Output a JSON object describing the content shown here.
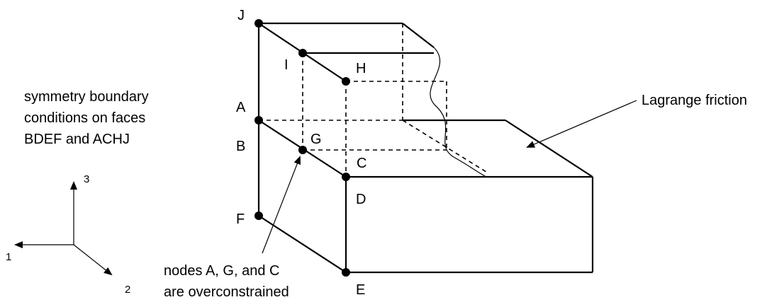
{
  "nodes": {
    "J": "J",
    "I": "I",
    "H": "H",
    "A": "A",
    "G": "G",
    "B": "B",
    "C": "C",
    "D": "D",
    "F": "F",
    "E": "E"
  },
  "annotations": {
    "symmetry_line1": "symmetry boundary",
    "symmetry_line2": "conditions on faces",
    "symmetry_line3": "BDEF and ACHJ",
    "friction": "Lagrange friction",
    "overconstrained_line1": "nodes A, G, and C",
    "overconstrained_line2": "are overconstrained"
  },
  "axes": {
    "x1": "1",
    "x2": "2",
    "x3": "3"
  }
}
